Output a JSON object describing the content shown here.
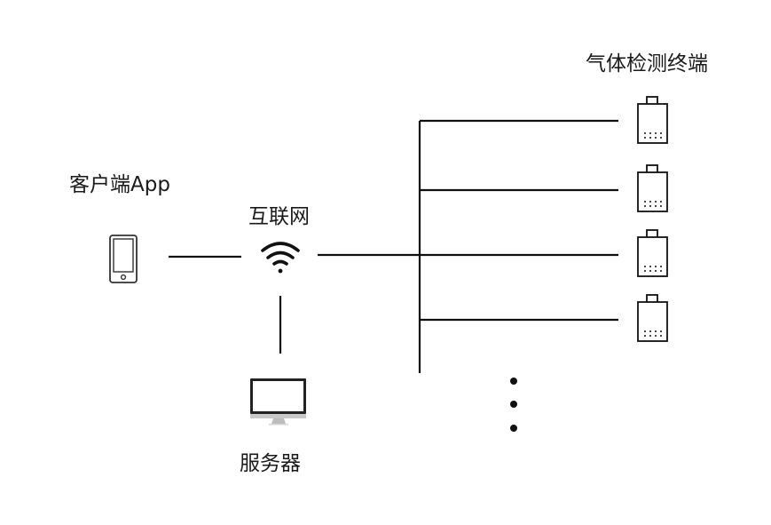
{
  "labels": {
    "client_app": "客户端App",
    "internet": "互联网",
    "server": "服务器",
    "gas_terminals": "气体检测终端"
  },
  "nodes": {
    "client": {
      "icon": "smartphone-icon"
    },
    "internet": {
      "icon": "wifi-icon"
    },
    "server": {
      "icon": "monitor-icon"
    },
    "terminals": {
      "icon": "gas-detector-icon",
      "count_shown": 4,
      "more_indicator": "ellipsis-vertical"
    }
  },
  "colors": {
    "line": "#111111",
    "background": "#ffffff",
    "text": "#1a1a1a"
  }
}
